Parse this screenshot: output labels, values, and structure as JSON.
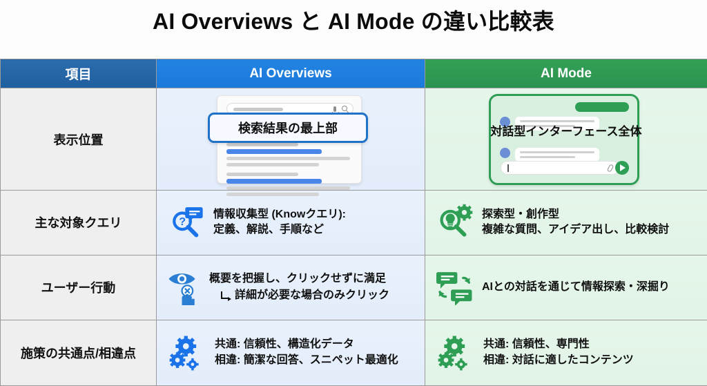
{
  "title": "AI Overviews と AI Mode の違い比較表",
  "colors": {
    "header_item": "#1f5f9f",
    "header_overviews": "#1a79da",
    "header_mode": "#2a9350",
    "cell_item_bg": "#efefef",
    "cell_overviews_bg": "#e9f1fc",
    "cell_mode_bg": "#e6f6ea",
    "accent_blue": "#1f72c8",
    "accent_green": "#2e9e55"
  },
  "header": {
    "item": "項目",
    "overviews": "AI Overviews",
    "mode": "AI Mode"
  },
  "rows": [
    {
      "item": "表示位置",
      "overviews": {
        "mock": "serp",
        "highlight_label": "検索結果の最上部"
      },
      "mode": {
        "mock": "chat",
        "label": "対話型インターフェース全体"
      }
    },
    {
      "item": "主な対象クエリ",
      "overviews": {
        "icon": "question-chat-search-icon",
        "line1": "情報収集型 (Knowクエリ):",
        "line2": "定義、解説、手順など"
      },
      "mode": {
        "icon": "lightbulb-gear-search-icon",
        "line1": "探索型・創作型",
        "line2": "複雑な質問、アイデア出し、比較検討"
      }
    },
    {
      "item": "ユーザー行動",
      "overviews": {
        "icon": "eye-cursor-noclick-icon",
        "line1": "概要を把握し、クリックせずに満足",
        "line2": "詳細が必要な場合のみクリック"
      },
      "mode": {
        "icon": "two-chat-bubbles-loop-icon",
        "line1": "AIとの対話を通じて情報探索・深掘り",
        "line2": ""
      }
    },
    {
      "item": "施策の共通点/相違点",
      "overviews": {
        "icon": "gears-icon",
        "line1": "共通: 信頼性、構造化データ",
        "line2": "相違: 簡潔な回答、スニペット最適化"
      },
      "mode": {
        "icon": "gears-icon",
        "line1": "共通: 信頼性、専門性",
        "line2": "相違: 対話に適したコンテンツ"
      }
    }
  ]
}
